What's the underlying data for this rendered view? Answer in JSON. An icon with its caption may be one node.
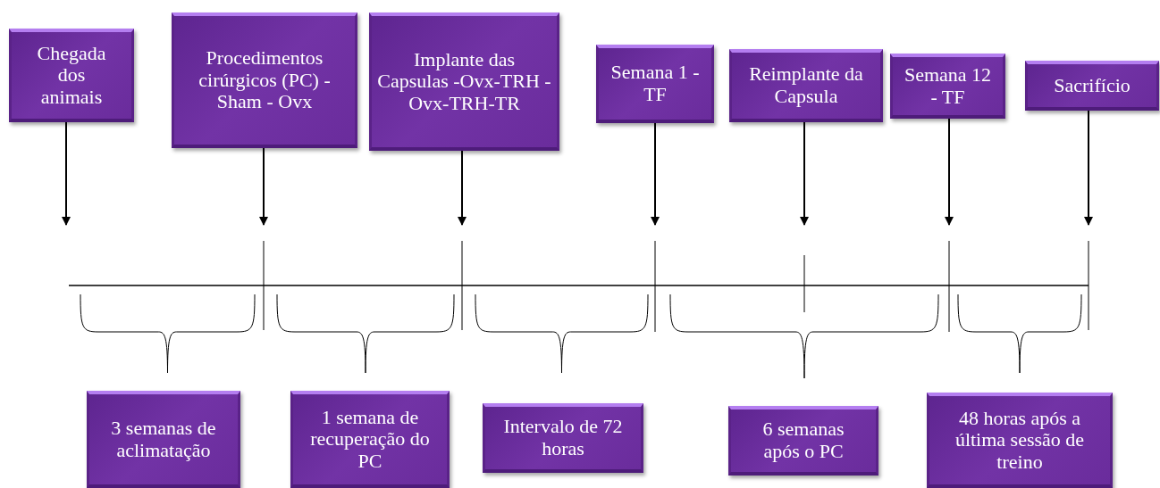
{
  "diagram": {
    "nodes": [
      {
        "text": [
          "Chegada dos animais"
        ]
      },
      {
        "text": [
          "Procedimentos cirúrgicos (PC) - Sham - Ovx"
        ]
      },
      {
        "text": [
          "Implante das Capsulas -Ovx-TRH -Ovx-TRH-TR"
        ]
      },
      {
        "text": [
          "Semana 1 - TF"
        ]
      },
      {
        "text": [
          "Reimplante da Capsula"
        ]
      },
      {
        "text": [
          "Semana 12 - TF"
        ]
      },
      {
        "text": [
          "Sacrifício"
        ]
      },
      {
        "text": [
          "3 semanas de aclimatação"
        ]
      },
      {
        "text": [
          "1 semana de recuperação do PC"
        ]
      },
      {
        "text": [
          "Intervalo de 72 horas"
        ]
      },
      {
        "text": [
          "6 semanas após o PC"
        ]
      },
      {
        "text": [
          "48 horas após a última sessão de treino"
        ]
      }
    ],
    "edges": [
      {
        "from": 0,
        "to": null,
        "arrow": "to"
      },
      {
        "from": 1,
        "to": null,
        "arrow": "to"
      },
      {
        "from": 2,
        "to": null,
        "arrow": "to"
      },
      {
        "from": 3,
        "to": null,
        "arrow": "to"
      },
      {
        "from": 4,
        "to": null,
        "arrow": "to"
      },
      {
        "from": 5,
        "to": null,
        "arrow": "to"
      },
      {
        "from": 6,
        "to": null,
        "arrow": "to"
      }
    ]
  }
}
